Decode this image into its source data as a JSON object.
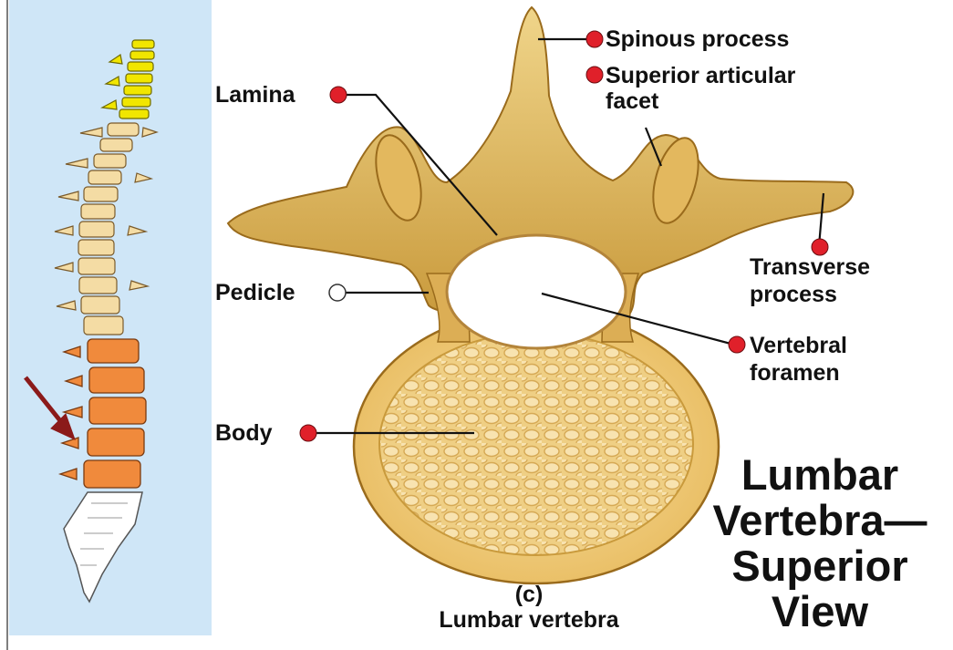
{
  "diagram": {
    "title_lines": [
      "Lumbar",
      "Vertebra—",
      "Superior",
      "View"
    ],
    "caption_letter": "(c)",
    "caption_text": "Lumbar vertebra",
    "labels": {
      "spinous_process": "Spinous process",
      "superior_articular_facet_line1": "Superior articular",
      "superior_articular_facet_line2": "facet",
      "lamina": "Lamina",
      "transverse_process_line1": "Transverse",
      "transverse_process_line2": "process",
      "pedicle": "Pedicle",
      "vertebral_foramen_line1": "Vertebral",
      "vertebral_foramen_line2": "foramen",
      "body": "Body"
    }
  },
  "colors": {
    "marker_red": "#e0202a",
    "marker_hollow": "#ffffff",
    "bone": "#e7c36a",
    "bone_shadow": "#b5852c",
    "body_inner": "#f3d590",
    "spine_panel": "#cfe6f7",
    "cervical": "#f1e600",
    "thoracic": "#f4dca4",
    "lumbar": "#f08a3c",
    "sacrum": "#ffffff",
    "arrow": "#8b1a1a"
  }
}
